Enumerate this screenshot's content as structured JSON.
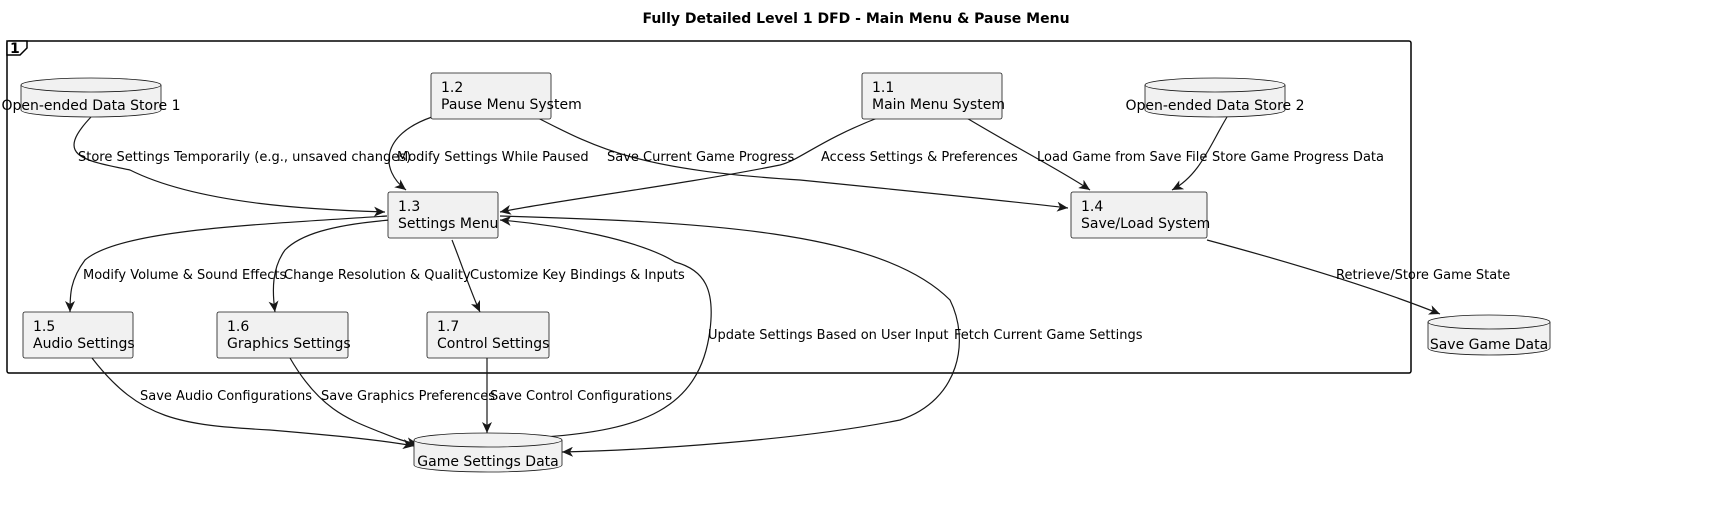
{
  "title": "Fully Detailed Level 1 DFD - Main Menu & Pause Menu",
  "frame_label": "1",
  "processes": {
    "p11": {
      "id": "1.1",
      "name": "Main Menu System"
    },
    "p12": {
      "id": "1.2",
      "name": "Pause Menu System"
    },
    "p13": {
      "id": "1.3",
      "name": "Settings Menu"
    },
    "p14": {
      "id": "1.4",
      "name": "Save/Load System"
    },
    "p15": {
      "id": "1.5",
      "name": "Audio Settings"
    },
    "p16": {
      "id": "1.6",
      "name": "Graphics Settings"
    },
    "p17": {
      "id": "1.7",
      "name": "Control Settings"
    }
  },
  "stores": {
    "ds1": "Open-ended Data Store 1",
    "ds2": "Open-ended Data Store 2",
    "save": "Save Game Data",
    "settings": "Game Settings Data"
  },
  "flows": {
    "ds1_13": "Store Settings Temporarily (e.g., unsaved changes)",
    "p12_13": "Modify Settings While Paused",
    "p12_14": "Save Current Game Progress",
    "p11_13": "Access Settings & Preferences",
    "p11_14": "Load Game from Save File",
    "ds2_14": "Store Game Progress Data",
    "p14_save": "Retrieve/Store Game State",
    "p13_15": "Modify Volume & Sound Effects",
    "p13_16": "Change Resolution & Quality",
    "p13_17": "Customize Key Bindings & Inputs",
    "gsd_13": "Update Settings Based on User Input",
    "p13_gsd": "Fetch Current Game Settings",
    "p15_gsd": "Save Audio Configurations",
    "p16_gsd": "Save Graphics Preferences",
    "p17_gsd": "Save Control Configurations"
  }
}
